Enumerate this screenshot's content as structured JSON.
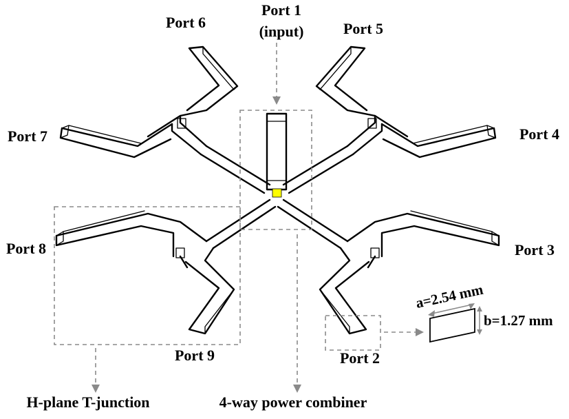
{
  "ports": {
    "port1": "Port 1",
    "port1_sub": "(input)",
    "port2": "Port 2",
    "port3": "Port 3",
    "port4": "Port 4",
    "port5": "Port 5",
    "port6": "Port 6",
    "port7": "Port 7",
    "port8": "Port 8",
    "port9": "Port 9"
  },
  "captions": {
    "tjunction": "H-plane T-junction",
    "combiner": "4-way power combiner"
  },
  "dimensions": {
    "a": "a=2.54 mm",
    "b": "b=1.27 mm"
  },
  "colors": {
    "line": "#000000",
    "dashed": "#8a8a8a",
    "feed_highlight": "#ffff00"
  }
}
